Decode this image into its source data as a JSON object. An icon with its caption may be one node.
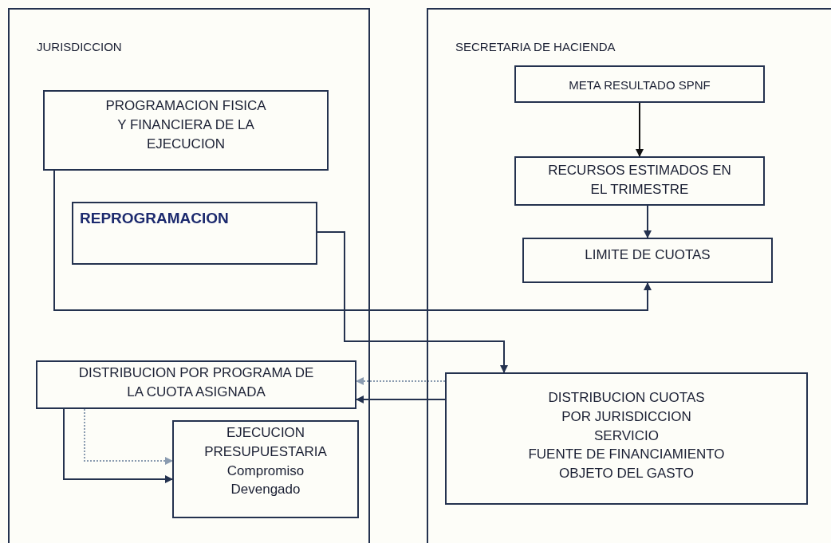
{
  "diagram": {
    "nodes": [
      {
        "text": [
          "JURISDICCION"
        ]
      },
      {
        "text": [
          "PROGRAMACION FISICA Y FINANCIERA DE LA EJECUCION"
        ],
        "in": 0
      },
      {
        "text": [
          "REPROGRAMACION"
        ],
        "in": 0
      },
      {
        "text": [
          "DISTRIBUCION POR PROGRAMA DE LA CUOTA ASIGNADA"
        ],
        "in": 0
      },
      {
        "text": [
          "EJECUCION PRESUPUESTARIA",
          "Compromiso Devengado"
        ],
        "in": 0
      },
      {
        "text": [
          "SECRETARIA DE HACIENDA"
        ]
      },
      {
        "text": [
          "META RESULTADO SPNF"
        ],
        "in": 5
      },
      {
        "text": [
          "RECURSOS ESTIMADOS EN EL TRIMESTRE"
        ],
        "in": 5
      },
      {
        "text": [
          "LIMITE DE CUOTAS"
        ],
        "in": 5
      },
      {
        "text": [
          "DISTRIBUCION CUOTAS POR JURISDICCION",
          "SERVICIO",
          "FUENTE DE FINANCIAMIENTO",
          "OBJETO DEL GASTO"
        ],
        "in": 5
      }
    ],
    "edges": [
      {
        "from": 6,
        "to": 7,
        "arrow": "to",
        "color": "#111111"
      },
      {
        "from": 7,
        "to": 8,
        "arrow": "to"
      },
      {
        "from": 1,
        "to": 8,
        "arrow": "to"
      },
      {
        "from": 2,
        "to": 9,
        "arrow": "to"
      },
      {
        "from": 9,
        "to": 3,
        "arrow": "to",
        "style": "dashed",
        "color": "#8a9bb0"
      },
      {
        "from": 9,
        "to": 3,
        "arrow": "to"
      },
      {
        "from": 3,
        "to": 4,
        "arrow": "to",
        "style": "dashed",
        "color": "#8a9bb0"
      },
      {
        "from": 3,
        "to": 4,
        "arrow": "to"
      }
    ]
  }
}
